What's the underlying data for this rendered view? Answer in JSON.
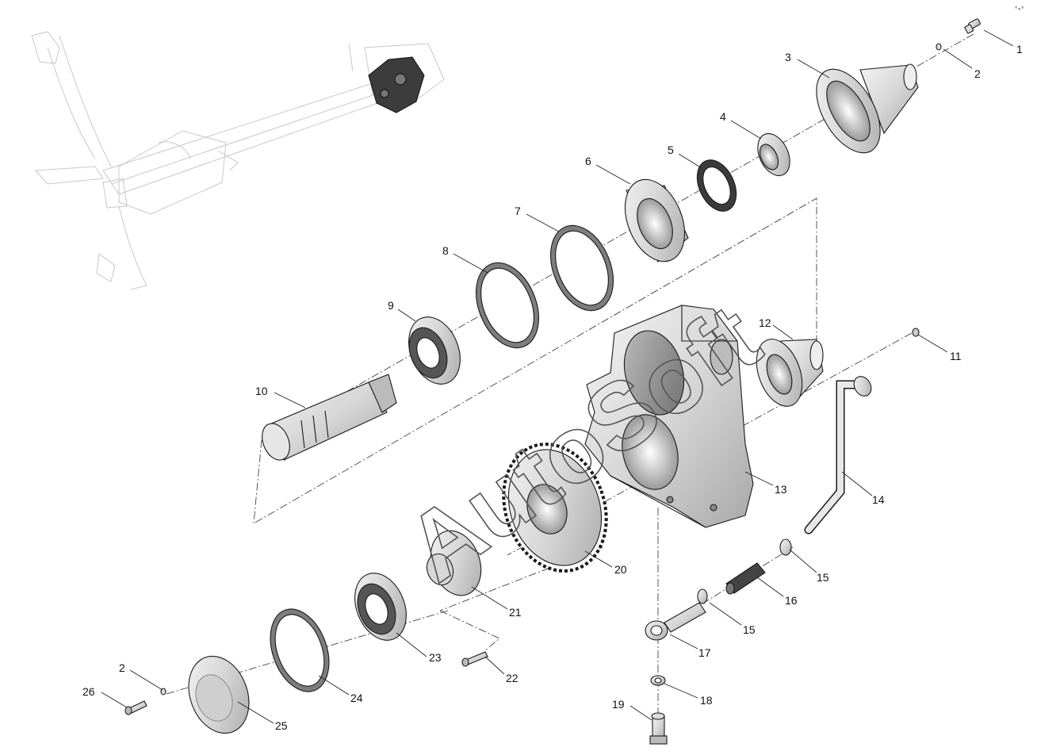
{
  "diagram": {
    "watermark": "AutoSoft",
    "corner_mark": "°∘°",
    "callouts": [
      {
        "id": "c1",
        "text": "1"
      },
      {
        "id": "c2a",
        "text": "2"
      },
      {
        "id": "c3",
        "text": "3"
      },
      {
        "id": "c4",
        "text": "4"
      },
      {
        "id": "c5",
        "text": "5"
      },
      {
        "id": "c6",
        "text": "6"
      },
      {
        "id": "c7",
        "text": "7"
      },
      {
        "id": "c8",
        "text": "8"
      },
      {
        "id": "c9",
        "text": "9"
      },
      {
        "id": "c10",
        "text": "10"
      },
      {
        "id": "c11",
        "text": "11"
      },
      {
        "id": "c12",
        "text": "12"
      },
      {
        "id": "c13",
        "text": "13"
      },
      {
        "id": "c14",
        "text": "14"
      },
      {
        "id": "c15a",
        "text": "15"
      },
      {
        "id": "c16",
        "text": "16"
      },
      {
        "id": "c15b",
        "text": "15"
      },
      {
        "id": "c17",
        "text": "17"
      },
      {
        "id": "c18",
        "text": "18"
      },
      {
        "id": "c19",
        "text": "19"
      },
      {
        "id": "c20",
        "text": "20"
      },
      {
        "id": "c21",
        "text": "21"
      },
      {
        "id": "c22",
        "text": "22"
      },
      {
        "id": "c23",
        "text": "23"
      },
      {
        "id": "c24",
        "text": "24"
      },
      {
        "id": "c25",
        "text": "25"
      },
      {
        "id": "c2b",
        "text": "2"
      },
      {
        "id": "c26",
        "text": "26"
      }
    ]
  }
}
